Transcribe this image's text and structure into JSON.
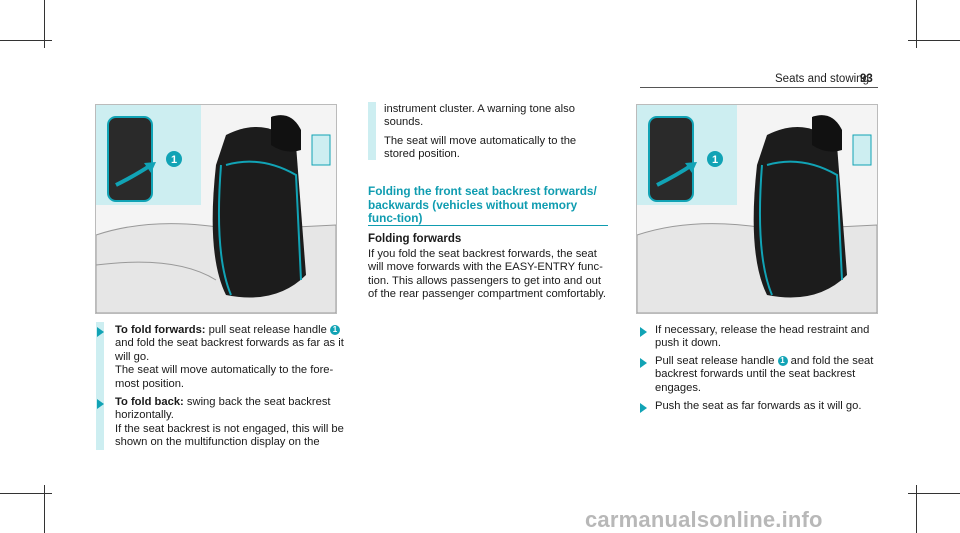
{
  "header": {
    "title": "Seats and stowing",
    "page_number": "93"
  },
  "left_steps": [
    {
      "lead": "To fold forwards:",
      "text_a": " pull seat release handle ",
      "badge": "1",
      "text_b": " and fold the seat backrest forwards as far as it will go.",
      "note": "The seat will move automatically to the fore-most position."
    },
    {
      "lead": "To fold back:",
      "text_a": " swing back the seat backrest horizontally.",
      "note": "If the seat backrest is not engaged, this will be shown on the multifunction display on the"
    }
  ],
  "middle": {
    "cont_1": "instrument cluster. A warning tone also sounds.",
    "cont_2": "The seat will move automatically to the stored position.",
    "section_title": "Folding the front seat backrest forwards/ backwards (vehicles without memory func-tion)",
    "sub_title": "Folding forwards",
    "body": "If you fold the seat backrest forwards, the seat will move forwards with the EASY-ENTRY func-tion. This allows passengers to get into and out of the rear passenger compartment comfortably."
  },
  "right_steps": [
    {
      "text": "If necessary, release the head restraint and push it down."
    },
    {
      "text_a": "Pull seat release handle ",
      "badge": "1",
      "text_b": " and fold the seat backrest forwards until the seat backrest engages."
    },
    {
      "text": "Push the seat as far forwards as it will go."
    }
  ],
  "figure_callouts": {
    "left": "1",
    "right": "1"
  },
  "watermark": "carmanualsonline.info",
  "colors": {
    "accent": "#11a3b5",
    "highlight": "#cdeef1"
  }
}
